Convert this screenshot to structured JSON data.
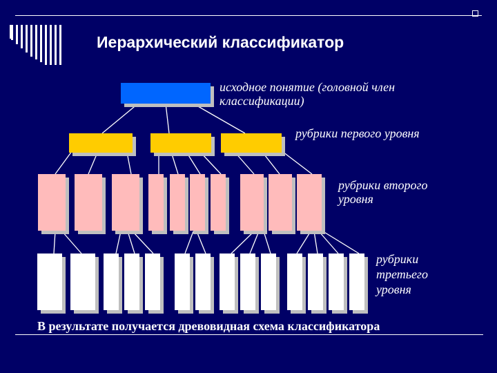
{
  "title": "Иерархический классификатор",
  "labels": {
    "root": [
      "исходное понятие (головной член",
      "классификации)"
    ],
    "level1": "рубрики первого уровня",
    "level2": [
      "рубрики второго",
      "уровня"
    ],
    "level3": [
      "рубрики",
      "третьего",
      "уровня"
    ]
  },
  "conclusion": "В результате получается древовидная схема классификатора",
  "colors": {
    "background": "#000066",
    "root_box": "#0066FF",
    "level1_box": "#FFCC00",
    "level2_box": "#FFBBBB",
    "level3_box": "#FFFFFF",
    "shadow": "#BFBFBF",
    "lines": "#FFFFFF"
  }
}
